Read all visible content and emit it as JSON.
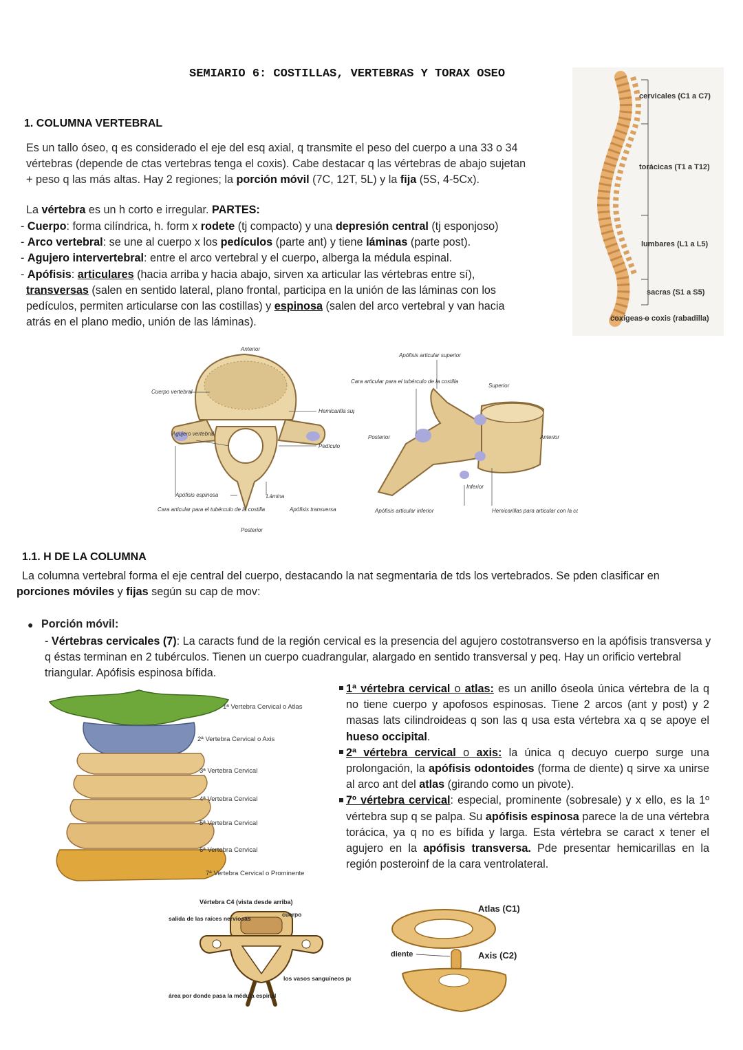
{
  "title": "SEMIARIO 6: COSTILLAS, VERTEBRAS Y TORAX OSEO",
  "section1": {
    "heading": "1.   COLUMNA VERTEBRAL",
    "p1": {
      "l1": "Es un tallo óseo, q es considerado el eje del esq axial, q transmite el peso del cuerpo a una 33 o 34",
      "l2": "vértebras (depende de ctas vertebras tenga el coxis). Cabe destacar q las vértebras de abajo sujetan",
      "l3a": "+ peso q las más altas. Hay 2 regiones; la ",
      "l3b": "porción móvil",
      "l3c": " (7C,  12T, 5L) y la ",
      "l3d": "fija",
      "l3e": " (5S, 4-5Cx)."
    },
    "p2a": "La ",
    "p2b": "vértebra",
    "p2c": " es un h corto e irregular. ",
    "p2d": "PARTES:",
    "list": {
      "cuerpo_a": "Cuerpo",
      "cuerpo_b": ": forma cilíndrica, h. form x ",
      "cuerpo_c": "rodete",
      "cuerpo_d": " (tj compacto) y una ",
      "cuerpo_e": "depresión central",
      "cuerpo_f": " (tj esponjoso)",
      "arco_a": "Arco vertebral",
      "arco_b": ": se une al cuerpo x los ",
      "arco_c": "pedículos",
      "arco_d": " (parte ant) y tiene ",
      "arco_e": "láminas",
      "arco_f": " (parte post).",
      "agujero_a": "Agujero intervertebral",
      "agujero_b": ": entre el arco vertebral y el cuerpo, alberga la médula espinal.",
      "apof_a": "Apófisis",
      "apof_b": ":  ",
      "apof_c": "articulares",
      "apof_d": " (hacia arriba y hacia abajo, sirven xa articular las vértebras entre sí),",
      "apof_e": "transversas",
      "apof_f": " (salen  en  sentido  lateral,  plano  frontal,  participa  en  la  unión  de  las  láminas  con  los",
      "apof_g": "pedículos,  permiten  articularse  con  las  costillas)  y ",
      "apof_h": "espinosa",
      "apof_i": " (salen del arco vertebral y van hacia",
      "apof_j": "atrás en el plano medio, unión de las láminas)."
    }
  },
  "spine_labels": {
    "cervicales": "cervicales (C1 a C7)",
    "toracicas": "torácicas (T1 a T12)",
    "lumbares": "lumbares (L1 a L5)",
    "sacras": "sacras (S1 a S5)",
    "coxigeas": "coxígeas o coxis (rabadilla)"
  },
  "vertebra_top_labels": {
    "anterior": "Anterior",
    "cuerpo": "Cuerpo vertebral",
    "hemicarilla": "Hemicarilla superior",
    "agujero": "Agujero vertebral",
    "pediculo": "Pedículo",
    "espinosa": "Apófisis espinosa",
    "lamina": "Lámina",
    "cara": "Cara articular para el tubérculo de la costilla",
    "transversa": "Apófisis transversa",
    "posterior": "Posterior"
  },
  "vertebra_side_labels": {
    "art_sup": "Apófisis articular superior",
    "cara": "Cara articular para el tubérculo de la costilla",
    "superior": "Superior",
    "posterior": "Posterior",
    "anterior": "Anterior",
    "inferior": "Inferior",
    "art_inf": "Apófisis articular inferior",
    "hemicarillas": "Hemicarillas para articular con la cabeza de la costilla"
  },
  "section11": {
    "heading": "1.1.  H DE LA COLUMNA",
    "p1": "La columna vertebral forma el eje central del cuerpo, destacando la nat segmentaria de tds los vertebrados. Se pden clasificar en",
    "p2a": "porciones móviles",
    "p2b": " y ",
    "p2c": "fijas",
    "p2d": " según su cap de  mov:",
    "bullet": "Porción móvil:",
    "cerv_a": "Vértebras cervicales (7)",
    "cerv_b": ": La caracts fund de la región cervical es la presencia del agujero costotransverso en la apófisis transversa y q éstas terminan en 2 tubérculos. Tienen un cuerpo cuadrangular, alargado en sentido transversal y peq. Hay un orificio vertebral triangular. Apófisis espinosa bífida."
  },
  "right_col": {
    "atlas_a": "1ª vértebra cervical",
    "atlas_b": " o ",
    "atlas_c": "atlas:",
    "atlas_d": " es un anillo óseola única vértebra de la q no tiene cuerpo y apofosos espinosas. Tiene 2 arcos (ant y post) y 2 masas lats cilindroideas q son las q usa esta vértebra xa q se apoye el ",
    "atlas_e": "hueso occipital",
    "atlas_f": ".",
    "axis_a": "2ª vértebra cervical",
    "axis_b": " o ",
    "axis_c": "axis:",
    "axis_d": " la única q decuyo cuerpo surge una prolongación, la ",
    "axis_e": "apófisis odontoides",
    "axis_f": " (forma de diente) q sirve xa unirse al arco ant del ",
    "axis_g": "atlas",
    "axis_h": " (girando como un pivote).",
    "c7_a": "7º vértebra cervical",
    "c7_b": ": especial, prominente (sobresale) y x ello, es la 1º vértebra sup q se palpa. Su ",
    "c7_c": "apófisis espinosa",
    "c7_d": " parece la de una vértebra torácica, ya q no es bífida y larga. Esta vértebra se caract x tener el agujero en la ",
    "c7_e": "apófisis transversa.",
    "c7_f": " Pde presentar hemicarillas en la región posteroinf de la cara ventrolateral."
  },
  "cervical_labels": {
    "c1": "1ª Vertebra Cervical o Atlas",
    "c2": "2ª Vertebra Cervical o Axis",
    "c3": "3ª Vertebra Cervical",
    "c4": "4ª Vertebra Cervical",
    "c5": "5ª Vertebra Cervical",
    "c6": "6ª Vertebra Cervical",
    "c7": "7ª Vertebra Cervical o Prominente"
  },
  "c4_labels": {
    "title": "Vértebra C4 (vista desde arriba)",
    "salida": "salida de las raíces nerviosas",
    "cuerpo": "cuerpo",
    "vasos": "los vasos sanguíneos pasan por esta área",
    "area": "área por donde pasa la médula espinal"
  },
  "atlas_axis_labels": {
    "atlas": "Atlas (C1)",
    "diente": "diente",
    "axis": "Axis (C2)"
  },
  "colors": {
    "bone": "#e8c48a",
    "bone_dark": "#c9995a",
    "atlas_green": "#6fa83a",
    "axis_blue": "#7d8fb8",
    "prominent_orange": "#e0a73d",
    "cartilage": "#a9a9dc"
  }
}
